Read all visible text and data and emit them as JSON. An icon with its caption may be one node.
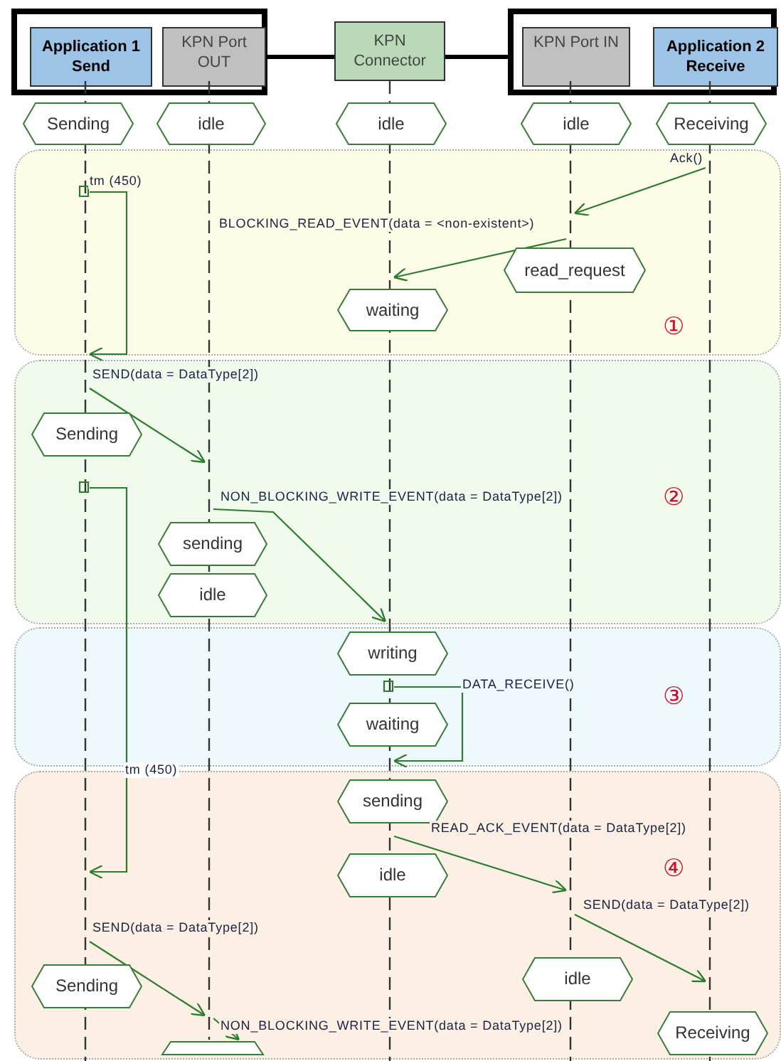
{
  "diagram": {
    "nodes": [
      {
        "text": [],
        "shape": "box"
      },
      {
        "text": [
          "Application 1 Send"
        ],
        "in": 0
      },
      {
        "text": [
          "KPN Port OUT"
        ],
        "in": 0
      },
      {
        "text": [
          "KPN Connector"
        ]
      },
      {
        "text": [],
        "shape": "box"
      },
      {
        "text": [
          "KPN Port IN"
        ],
        "in": 4
      },
      {
        "text": [
          "Application 2 Receive"
        ],
        "in": 4
      },
      {
        "text": [],
        "shape": "line"
      },
      {
        "text": [],
        "shape": "line"
      },
      {
        "text": [],
        "shape": "line"
      },
      {
        "text": [],
        "shape": "line"
      },
      {
        "text": [],
        "shape": "line"
      },
      {
        "text": [
          "Sending"
        ]
      },
      {
        "text": [
          "idle"
        ]
      },
      {
        "text": [
          "idle"
        ]
      },
      {
        "text": [
          "idle"
        ]
      },
      {
        "text": [
          "Receiving"
        ]
      },
      {
        "text": [
          "①"
        ]
      },
      {
        "text": [
          "read_request"
        ],
        "in": 17
      },
      {
        "text": [
          "waiting"
        ],
        "in": 17
      },
      {
        "text": [
          "②"
        ]
      },
      {
        "text": [
          "Sending"
        ],
        "in": 20
      },
      {
        "text": [
          "sending"
        ],
        "in": 20
      },
      {
        "text": [
          "idle"
        ],
        "in": 20
      },
      {
        "text": [
          "③"
        ]
      },
      {
        "text": [
          "writing"
        ],
        "in": 24
      },
      {
        "text": [
          "waiting"
        ],
        "in": 24
      },
      {
        "text": [
          "④"
        ]
      },
      {
        "text": [
          "sending"
        ],
        "in": 27
      },
      {
        "text": [
          "idle"
        ],
        "in": 27
      },
      {
        "text": [
          "idle"
        ],
        "in": 27
      },
      {
        "text": [
          "Sending"
        ],
        "in": 27
      },
      {
        "text": [
          "Receiving"
        ],
        "in": 27
      },
      {
        "text": [],
        "shape": "hexagon",
        "in": 27
      }
    ],
    "edges": [
      {
        "from": 0,
        "to": 3,
        "arrow": "none",
        "style": "thick",
        "color": "#000000"
      },
      {
        "from": 3,
        "to": 4,
        "arrow": "none",
        "style": "thick",
        "color": "#000000"
      },
      {
        "from": 11,
        "to": 10,
        "arrow": "to",
        "label": "Ack()"
      },
      {
        "from": 7,
        "to": 7,
        "arrow": "to",
        "label": "tm (450)"
      },
      {
        "from": 10,
        "to": 9,
        "arrow": "to",
        "label": "BLOCKING_READ_EVENT(data = <non-existent>)"
      },
      {
        "from": 7,
        "to": 8,
        "arrow": "to",
        "label": "SEND(data = DataType[2])"
      },
      {
        "from": 7,
        "to": 7,
        "arrow": "to",
        "label": "tm (450)"
      },
      {
        "from": 8,
        "to": 9,
        "arrow": "to",
        "label": "NON_BLOCKING_WRITE_EVENT(data = DataType[2])"
      },
      {
        "from": 9,
        "to": 9,
        "arrow": "to",
        "label": "DATA_RECEIVE()"
      },
      {
        "from": 9,
        "to": 10,
        "arrow": "to",
        "label": "READ_ACK_EVENT(data = DataType[2])"
      },
      {
        "from": 10,
        "to": 11,
        "arrow": "to",
        "label": "SEND(data = DataType[2])"
      },
      {
        "from": 7,
        "to": 8,
        "arrow": "to",
        "label": "SEND(data = DataType[2])"
      },
      {
        "from": 8,
        "to": 33,
        "arrow": "to",
        "label": "NON_BLOCKING_WRITE_EVENT(data = DataType[2])"
      }
    ]
  }
}
